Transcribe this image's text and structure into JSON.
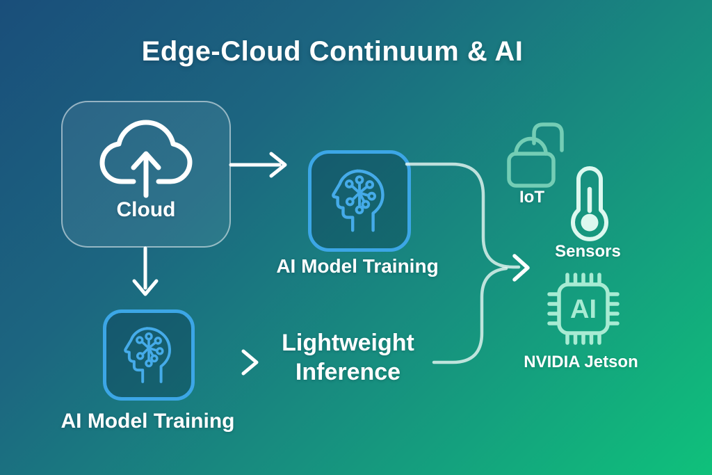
{
  "title": "Edge-Cloud Continuum & AI",
  "colors": {
    "background_start": "#1A4E7A",
    "background_end": "#0FC17B",
    "node_border_blue": "#3CA6E6",
    "iot_icon_stroke": "#74CDB5",
    "thermometer_icon_stroke": "#DCF8EF",
    "chip_icon_stroke": "#A8EBD3",
    "text": "#FFFFFF"
  },
  "nodes": {
    "cloud": {
      "label": "Cloud",
      "icon": "cloud-upload-icon"
    },
    "training_top": {
      "label": "AI Model Training",
      "icon": "ai-brain-head-icon"
    },
    "training_bottom": {
      "label": "AI Model Training",
      "icon": "ai-brain-head-icon"
    },
    "inference": {
      "line1": "Lightweight",
      "line2": "Inference"
    }
  },
  "edge_devices": {
    "iot": {
      "label": "IoT",
      "icon": "iot-device-icon"
    },
    "sensors": {
      "label": "Sensors",
      "icon": "thermometer-icon"
    },
    "jetson": {
      "label": "NVIDIA Jetson",
      "chip_text": "AI",
      "icon": "ai-chip-icon"
    }
  }
}
